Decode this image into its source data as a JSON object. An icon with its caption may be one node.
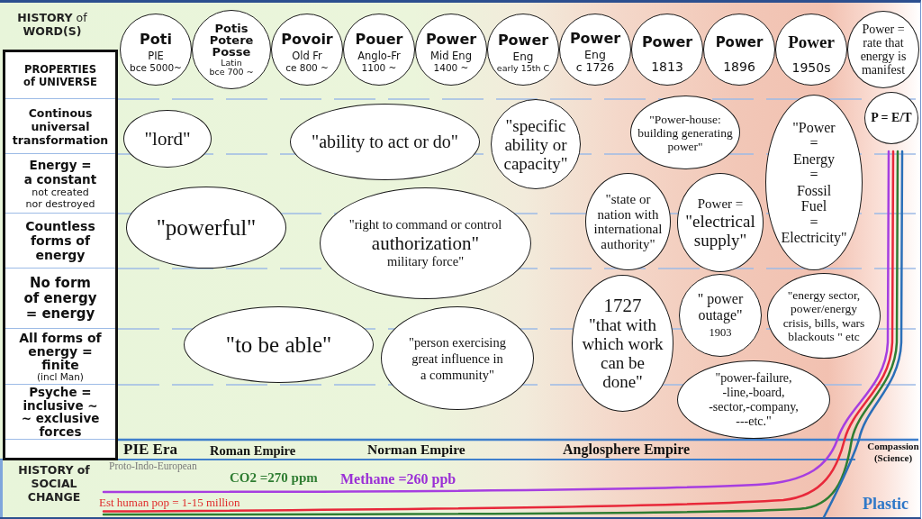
{
  "diagram": {
    "nodes": [
      {
        "text": [
          "PROPERTIES of UNIVERSE",
          "Continous universal transformation",
          "Energy = a constant",
          "not created nor destroyed",
          "Countless forms of energy",
          "No form of energy = energy",
          "All forms of energy = finite",
          "(incl Man)",
          "Psyche = inclusive ~ ~ exclusive forces"
        ]
      },
      {
        "text": [
          "Poti",
          "PIE",
          "bce 5000~"
        ]
      },
      {
        "text": [
          "Potis Potere Posse",
          "Latin",
          "bce 700 ~"
        ]
      },
      {
        "text": [
          "Povoir",
          "Old Fr",
          "ce 800 ~"
        ]
      },
      {
        "text": [
          "Pouer",
          "Anglo-Fr",
          "1100 ~"
        ]
      },
      {
        "text": [
          "Power",
          "Mid Eng",
          "1400 ~"
        ]
      },
      {
        "text": [
          "Power",
          "Eng",
          "early 15th C"
        ]
      },
      {
        "text": [
          "Power",
          "Eng",
          "c 1726"
        ]
      },
      {
        "text": [
          "Power",
          "1813"
        ]
      },
      {
        "text": [
          "Power",
          "1896"
        ]
      },
      {
        "text": [
          "Power",
          "1950s"
        ]
      },
      {
        "text": [
          "Power = rate that energy is manifest"
        ]
      },
      {
        "text": [
          "P = E/T"
        ]
      },
      {
        "text": [
          "\"lord\""
        ]
      },
      {
        "text": [
          "\"ability to act or do\""
        ]
      },
      {
        "text": [
          "\"specific ability or capacity\""
        ]
      },
      {
        "text": [
          "\"Power-house: building generating power\""
        ]
      },
      {
        "text": [
          "\"Power = Energy = Fossil Fuel = Electricity\""
        ]
      },
      {
        "text": [
          "\"state or nation with international authority\""
        ]
      },
      {
        "text": [
          "Power =",
          "\"electrical supply\""
        ]
      },
      {
        "text": [
          "\"powerful\""
        ]
      },
      {
        "text": [
          "\"right to command or control",
          "authorization\"",
          "military force\""
        ]
      },
      {
        "text": [
          "\"energy sector, power/energy crisis, bills, wars blackouts \" etc"
        ]
      },
      {
        "text": [
          "\"to be able\""
        ]
      },
      {
        "text": [
          "\"person exercising great influence in a community\""
        ]
      },
      {
        "text": [
          "1727",
          "\"that with which work can be done\""
        ]
      },
      {
        "text": [
          "\" power outage\"",
          "1903"
        ]
      },
      {
        "text": [
          "\"power-failure, -line,-board, -sector,-company, ---etc.\""
        ]
      }
    ],
    "labels": [
      "**HISTORY** of **WORD(S)**",
      "PIE Era",
      "Roman Empire",
      "Norman Empire",
      "Anglosphere Empire",
      "Compassion (Science)",
      "HISTORY of SOCIAL CHANGE",
      "Proto-Indo-European",
      "CO2 =270 ppm",
      "Methane =260 ppb",
      "Est human pop = 1-15 million",
      "Plastic"
    ]
  }
}
